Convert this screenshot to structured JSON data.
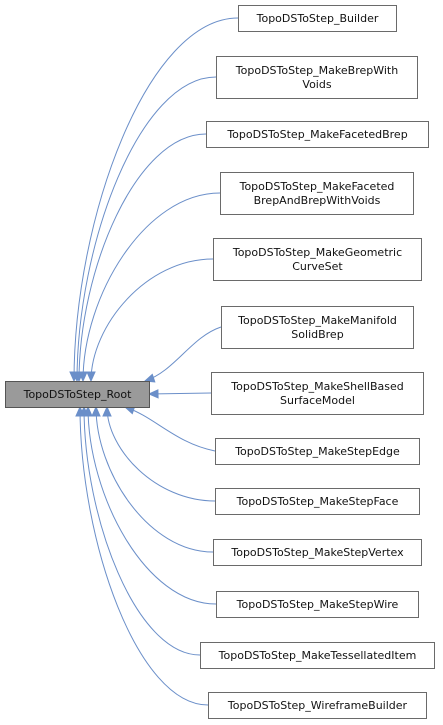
{
  "diagram": {
    "root": {
      "id": "root",
      "lines": [
        "TopoDSToStep_Root"
      ]
    },
    "children": [
      {
        "id": "builder",
        "lines": [
          "TopoDSToStep_Builder"
        ]
      },
      {
        "id": "make-brep-with-voids",
        "lines": [
          "TopoDSToStep_MakeBrepWith",
          "Voids"
        ]
      },
      {
        "id": "make-faceted-brep",
        "lines": [
          "TopoDSToStep_MakeFacetedBrep"
        ]
      },
      {
        "id": "make-faceted-brep-and-brep-with-voids",
        "lines": [
          "TopoDSToStep_MakeFaceted",
          "BrepAndBrepWithVoids"
        ]
      },
      {
        "id": "make-geometric-curve-set",
        "lines": [
          "TopoDSToStep_MakeGeometric",
          "CurveSet"
        ]
      },
      {
        "id": "make-manifold-solid-brep",
        "lines": [
          "TopoDSToStep_MakeManifold",
          "SolidBrep"
        ]
      },
      {
        "id": "make-shell-based-surface-model",
        "lines": [
          "TopoDSToStep_MakeShellBased",
          "SurfaceModel"
        ]
      },
      {
        "id": "make-step-edge",
        "lines": [
          "TopoDSToStep_MakeStepEdge"
        ]
      },
      {
        "id": "make-step-face",
        "lines": [
          "TopoDSToStep_MakeStepFace"
        ]
      },
      {
        "id": "make-step-vertex",
        "lines": [
          "TopoDSToStep_MakeStepVertex"
        ]
      },
      {
        "id": "make-step-wire",
        "lines": [
          "TopoDSToStep_MakeStepWire"
        ]
      },
      {
        "id": "make-tessellated-item",
        "lines": [
          "TopoDSToStep_MakeTessellatedItem"
        ]
      },
      {
        "id": "wireframe-builder",
        "lines": [
          "TopoDSToStep_WireframeBuilder"
        ]
      }
    ],
    "colors": {
      "edge": "#6b8fc9",
      "root_fill": "#9a9a9a",
      "node_border": "#6a6a6a"
    }
  }
}
